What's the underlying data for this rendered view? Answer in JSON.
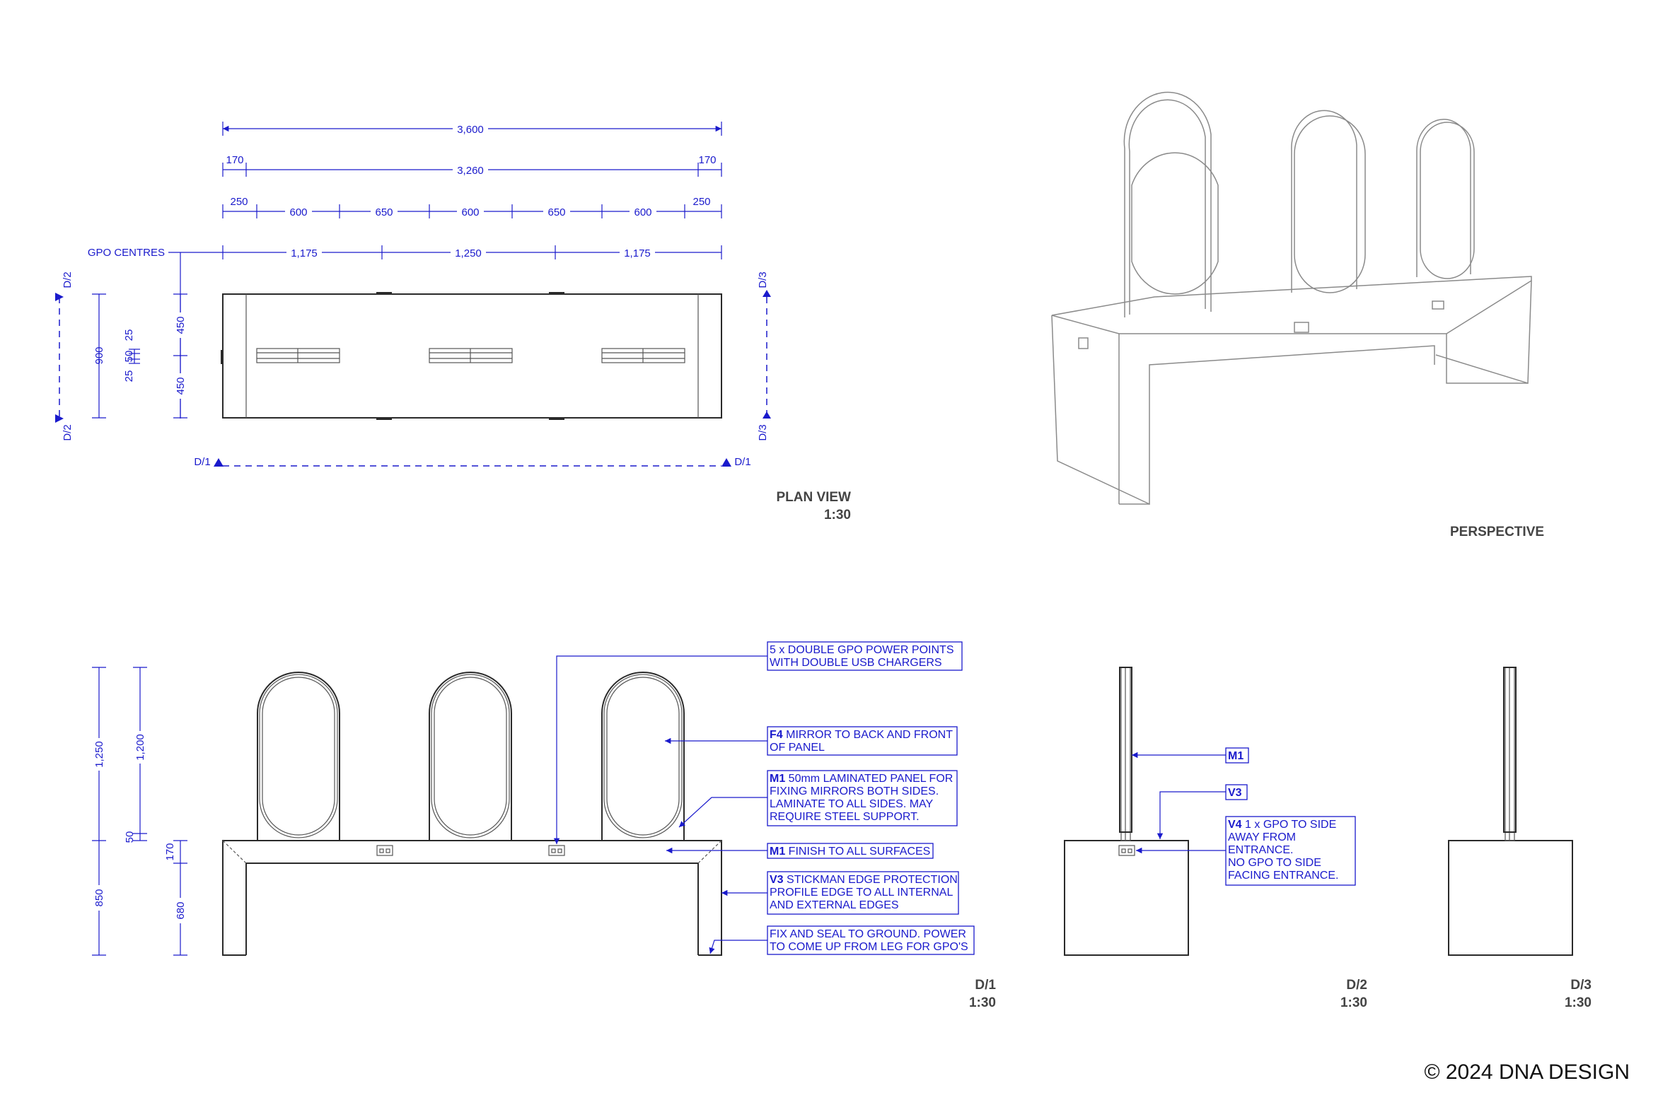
{
  "plan_view": {
    "title": "PLAN VIEW",
    "scale": "1:30",
    "dims_top": {
      "overall": "3,600",
      "end_left": "170",
      "inner": "3,260",
      "end_right": "170",
      "segments": [
        "250",
        "600",
        "650",
        "600",
        "650",
        "600",
        "250"
      ],
      "gpo_label": "GPO CENTRES",
      "gpo_segments": [
        "1,175",
        "1,250",
        "1,175"
      ]
    },
    "dims_side": {
      "depth": "900",
      "half_top": "450",
      "half_bottom": "450",
      "panel_a": "25",
      "panel_b": "50",
      "panel_c": "25"
    },
    "section_marks": {
      "d1": "D/1",
      "d2": "D/2",
      "d3": "D/3"
    }
  },
  "perspective": {
    "title": "PERSPECTIVE"
  },
  "elevation_d1": {
    "title": "D/1",
    "scale": "1:30",
    "dims": {
      "overall": "1,250",
      "mirror": "1,200",
      "gap": "50",
      "top": "170",
      "base": "850",
      "leg": "680"
    },
    "notes": [
      {
        "code": "",
        "text": "5 x DOUBLE GPO POWER POINTS",
        "text2": "WITH DOUBLE USB CHARGERS"
      },
      {
        "code": "F4",
        "text": " MIRROR TO BACK AND FRONT",
        "text2": "OF PANEL"
      },
      {
        "code": "M1",
        "text": " 50mm LAMINATED PANEL FOR",
        "text2": "FIXING MIRRORS BOTH SIDES.",
        "text3": "LAMINATE TO ALL SIDES. MAY",
        "text4": "REQUIRE STEEL SUPPORT."
      },
      {
        "code": "M1",
        "text": " FINISH TO ALL SURFACES"
      },
      {
        "code": "V3",
        "text": " STICKMAN EDGE PROTECTION",
        "text2": "PROFILE EDGE TO ALL INTERNAL",
        "text3": "AND EXTERNAL EDGES"
      },
      {
        "code": "",
        "text": "FIX AND SEAL TO GROUND. POWER",
        "text2": "TO COME UP FROM LEG FOR GPO'S"
      }
    ]
  },
  "elevation_d2": {
    "title": "D/2",
    "scale": "1:30",
    "tags": [
      "M1",
      "V3"
    ],
    "note": {
      "code": "V4",
      "text": " 1 x GPO TO SIDE",
      "text2": "AWAY FROM",
      "text3": "ENTRANCE.",
      "text4": "NO GPO TO SIDE",
      "text5": "FACING ENTRANCE."
    }
  },
  "elevation_d3": {
    "title": "D/3",
    "scale": "1:30"
  },
  "copyright": "© 2024 DNA DESIGN"
}
